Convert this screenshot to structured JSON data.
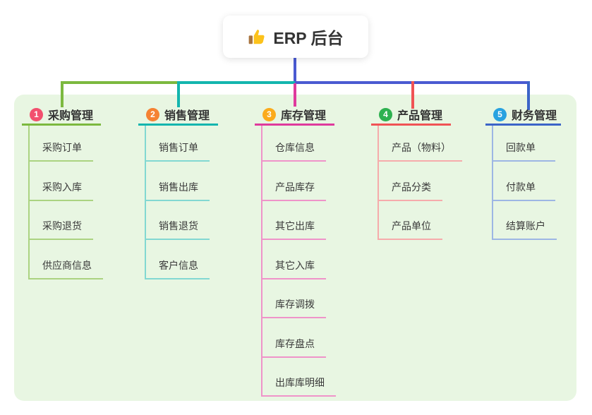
{
  "root": {
    "label": "ERP 后台",
    "icon": "thumbs-up"
  },
  "panel_bg": "#e8f6e2",
  "connector_colors": {
    "root_line": "#4a5ad1",
    "trunk_green": "#7cb93f",
    "trunk_teal": "#13b5ae",
    "trunk_blue": "#4a5ad1",
    "drop_magenta": "#df3a9d",
    "drop_red": "#f05355",
    "drop_blue": "#3c64c8"
  },
  "branches": [
    {
      "badge": "1",
      "label": "采购管理",
      "main_color": "#7cb93f",
      "light_color": "#abd381",
      "badge_color": "#f2506e",
      "children": [
        "采购订单",
        "采购入库",
        "采购退货",
        "供应商信息"
      ]
    },
    {
      "badge": "2",
      "label": "销售管理",
      "main_color": "#13b5ae",
      "light_color": "#82d8d2",
      "badge_color": "#f58233",
      "children": [
        "销售订单",
        "销售出库",
        "销售退货",
        "客户信息"
      ]
    },
    {
      "badge": "3",
      "label": "库存管理",
      "main_color": "#df3a9d",
      "light_color": "#ef93c9",
      "badge_color": "#fbab1c",
      "children": [
        "仓库信息",
        "产品库存",
        "其它出库",
        "其它入库",
        "库存调拨",
        "库存盘点",
        "出库库明细"
      ]
    },
    {
      "badge": "4",
      "label": "产品管理",
      "main_color": "#f05355",
      "light_color": "#f6abab",
      "badge_color": "#2eb150",
      "children": [
        "产品（物料）",
        "产品分类",
        "产品单位"
      ]
    },
    {
      "badge": "5",
      "label": "财务管理",
      "main_color": "#3c64c8",
      "light_color": "#9db6e4",
      "badge_color": "#28a2e0",
      "children": [
        "回款单",
        "付款单",
        "结算账户"
      ]
    }
  ]
}
